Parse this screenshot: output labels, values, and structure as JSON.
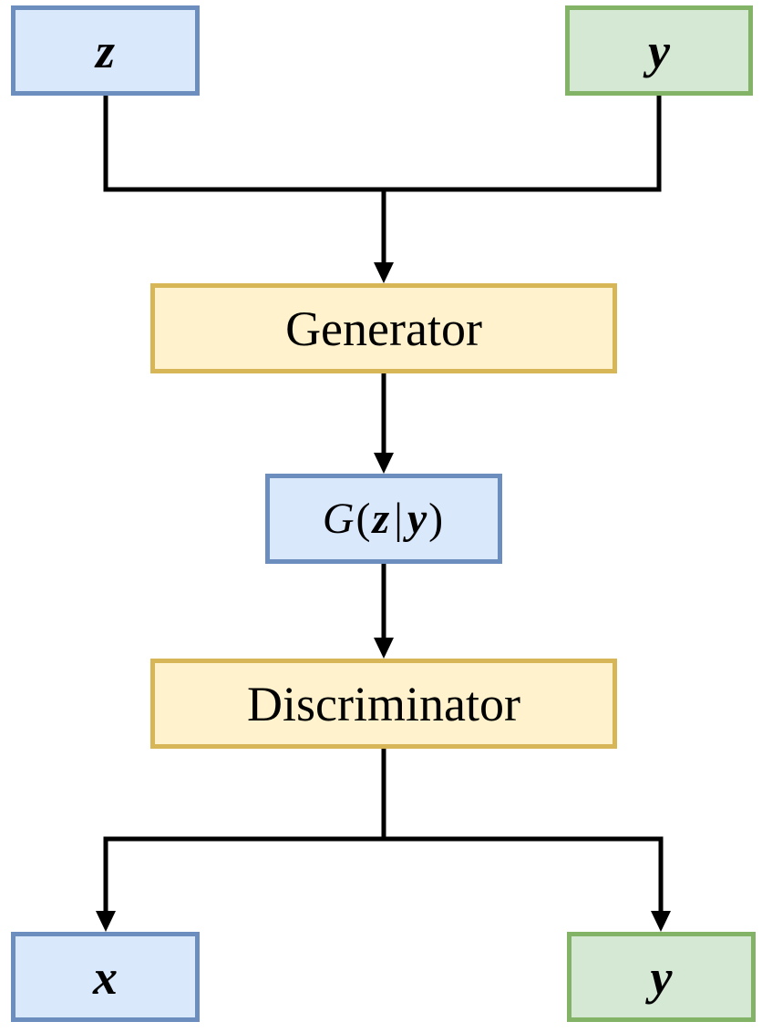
{
  "inputs": {
    "noise_label": "z",
    "condition_label": "y"
  },
  "generator": {
    "label": "Generator"
  },
  "generated_sample": {
    "function": "G",
    "open_paren": "(",
    "noise": "z",
    "separator": "|",
    "condition": "y",
    "close_paren": ")"
  },
  "discriminator": {
    "label": "Discriminator"
  },
  "outputs": {
    "real_label": "x",
    "condition_label": "y"
  },
  "colors": {
    "blue_fill": "#dae8fc",
    "blue_border": "#6c8ebf",
    "green_fill": "#d5e8d4",
    "green_border": "#82b366",
    "yellow_fill": "#fff2cc",
    "yellow_border": "#d6b656",
    "connector": "#000000"
  }
}
